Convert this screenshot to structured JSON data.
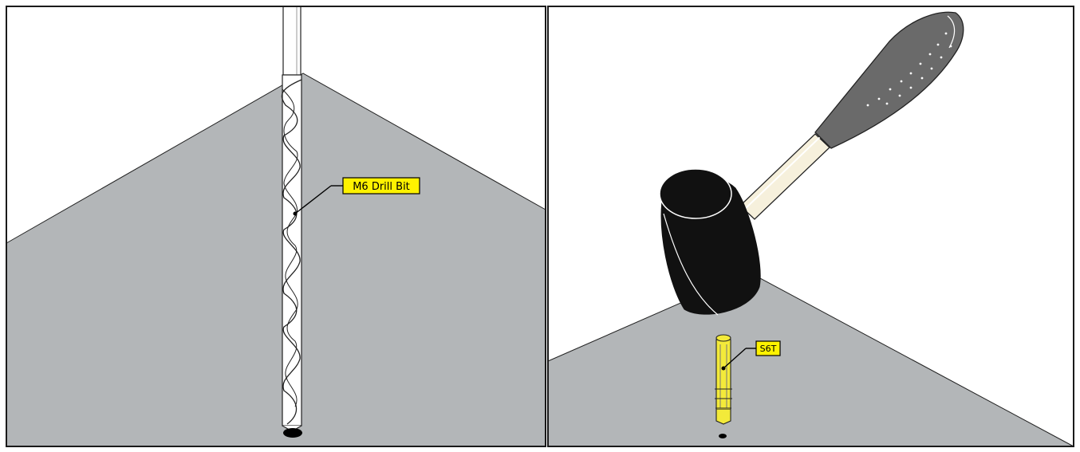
{
  "panels": [
    {
      "id": "drill",
      "callout": {
        "label": "M6 Drill Bit"
      }
    },
    {
      "id": "hammer",
      "callout": {
        "label": "S6T"
      }
    }
  ],
  "colors": {
    "floor": "#b3b6b8",
    "callout_fill": "#fff200",
    "frame": "#1a1a1a",
    "mallet_head": "#111111",
    "handle_grip": "#6a6a6a",
    "handle_shaft": "#f6f0dc",
    "anchor": "#f3ea3a"
  },
  "icons": [
    "drill-bit-icon",
    "hole-icon",
    "mallet-icon",
    "anchor-icon"
  ]
}
